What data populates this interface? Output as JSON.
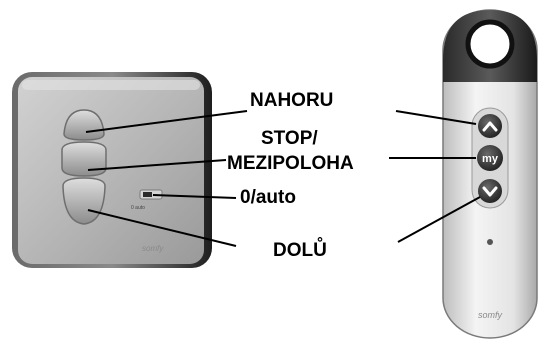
{
  "labels": {
    "up": "NAHORU",
    "stop": "STOP/",
    "intermediate": "MEZIPOLOHA",
    "auto": "0/auto",
    "down": "DOLŮ"
  },
  "remote": {
    "my_button_label": "my",
    "brand": "somfy"
  },
  "wall_switch": {
    "brand": "somfy",
    "slider_marks": "0  auto"
  },
  "colors": {
    "button_dark": "#2e2e2e",
    "remote_body": "#e6e6e6",
    "wall_plate": "#b9b9b9",
    "wall_frame": "#3c3c3c",
    "text": "#000000"
  }
}
